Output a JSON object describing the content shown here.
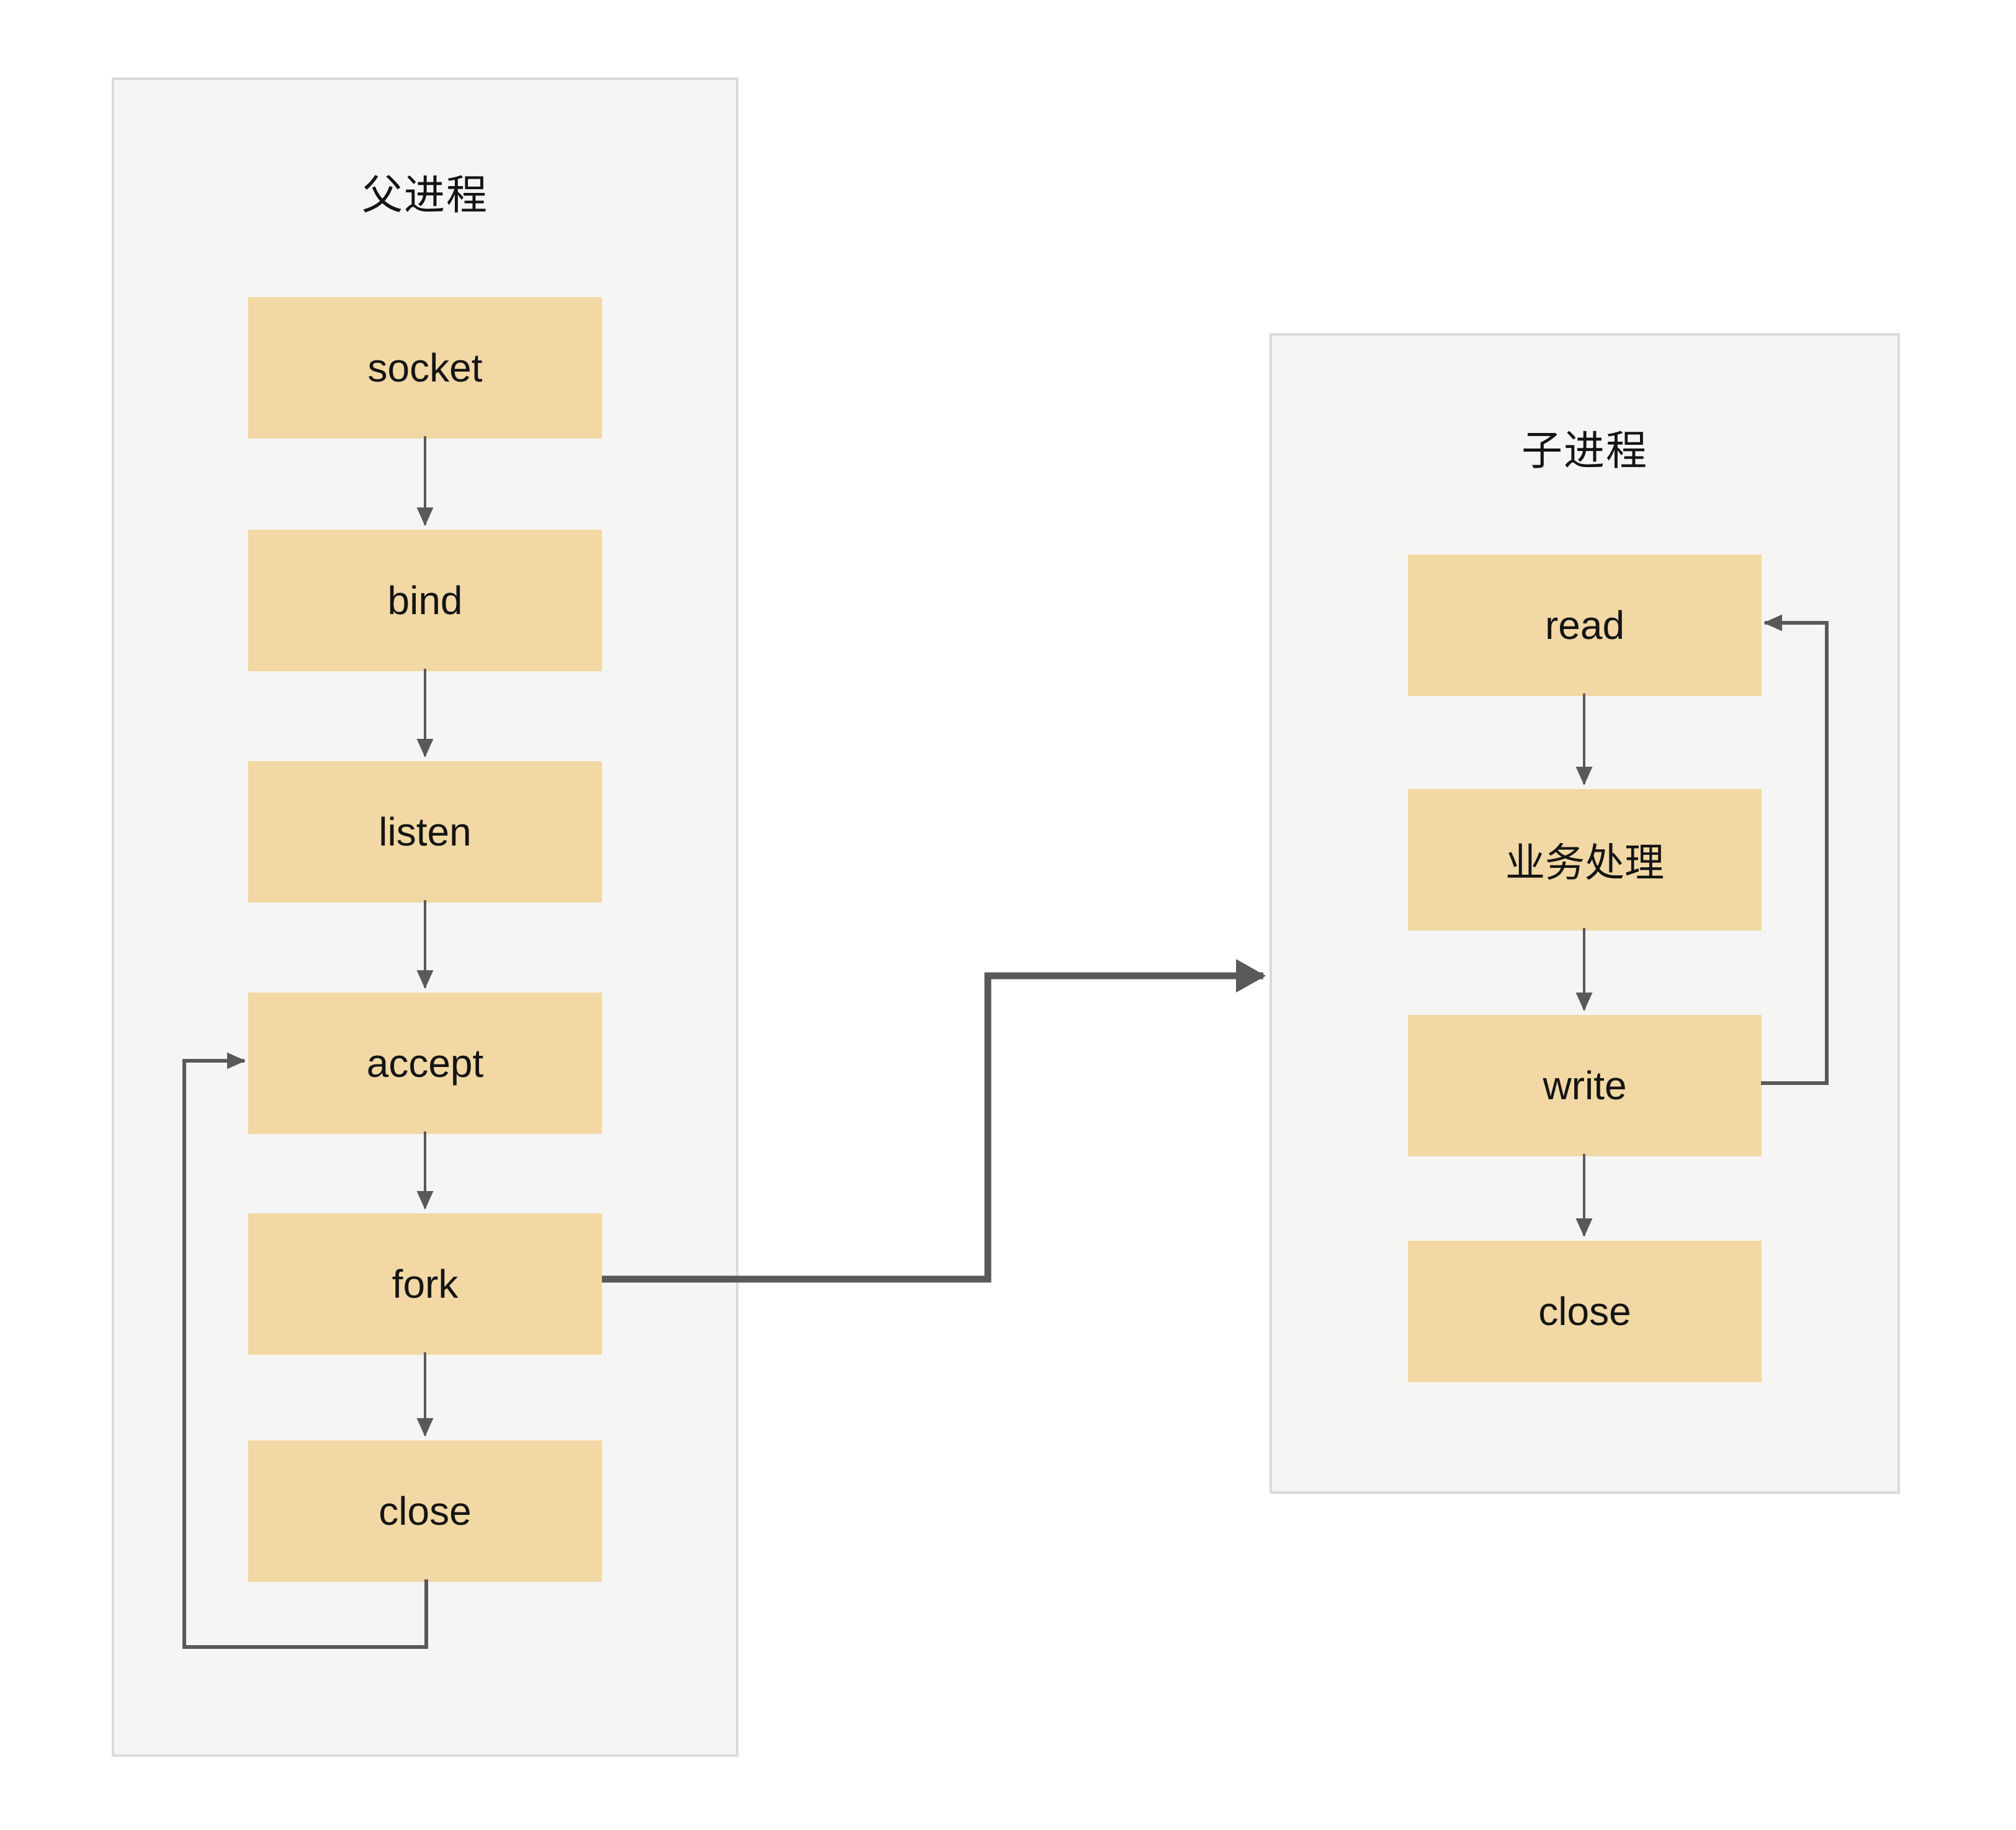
{
  "colors": {
    "background": "#ffffff",
    "panel_fill": "#f5f5f3",
    "panel_border": "#dadada",
    "box_fill": "#f2d8a4",
    "arrow": "#595959",
    "text": "#141414"
  },
  "parent_panel": {
    "title": "父进程",
    "boxes": [
      "socket",
      "bind",
      "listen",
      "accept",
      "fork",
      "close"
    ]
  },
  "child_panel": {
    "title": "子进程",
    "boxes": [
      "read",
      "业务处理",
      "write",
      "close"
    ]
  },
  "edges": [
    {
      "from": "socket",
      "to": "bind",
      "type": "flow"
    },
    {
      "from": "bind",
      "to": "listen",
      "type": "flow"
    },
    {
      "from": "listen",
      "to": "accept",
      "type": "flow"
    },
    {
      "from": "accept",
      "to": "fork",
      "type": "flow"
    },
    {
      "from": "fork",
      "to": "close",
      "type": "flow"
    },
    {
      "from": "close",
      "to": "accept",
      "type": "loop-back"
    },
    {
      "from": "fork",
      "to": "子进程",
      "type": "spawn"
    },
    {
      "from": "read",
      "to": "业务处理",
      "type": "flow"
    },
    {
      "from": "业务处理",
      "to": "write",
      "type": "flow"
    },
    {
      "from": "write",
      "to": "close",
      "type": "flow"
    },
    {
      "from": "write",
      "to": "read",
      "type": "loop-back"
    }
  ]
}
